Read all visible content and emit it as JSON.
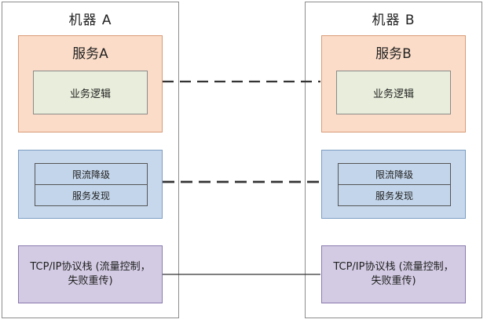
{
  "machine_a": {
    "title": "机器 A",
    "service": {
      "title": "服务A",
      "logic": "业务逻辑"
    },
    "middleware": {
      "row1": "限流降级",
      "row2": "服务发现"
    },
    "stack": {
      "line": "TCP/IP协议栈 (流量控制，失败重传)"
    }
  },
  "machine_b": {
    "title": "机器 B",
    "service": {
      "title": "服务B",
      "logic": "业务逻辑"
    },
    "middleware": {
      "row1": "限流降级",
      "row2": "服务发现"
    },
    "stack": {
      "line": "TCP/IP协议栈 (流量控制，失败重传)"
    }
  },
  "colors": {
    "service_bg": "#fbdcc8",
    "logic_bg": "#e8eedb",
    "middleware_bg": "#c7d8ec",
    "stack_bg": "#d3cbe3",
    "connector": "#333333"
  }
}
